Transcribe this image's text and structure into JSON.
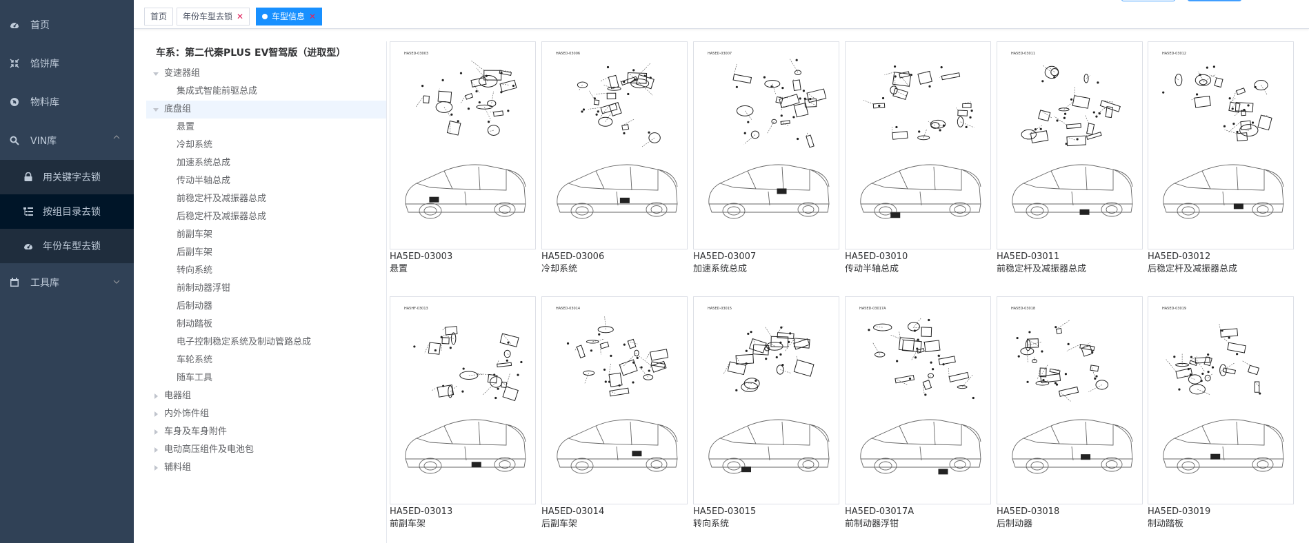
{
  "sidebar": {
    "items": [
      {
        "label": "首页",
        "icon": "dashboard-icon"
      },
      {
        "label": "馅饼库",
        "icon": "shrink-icon"
      },
      {
        "label": "物料库",
        "icon": "globe-icon"
      },
      {
        "label": "VIN库",
        "icon": "search-icon",
        "expanded": true,
        "children": [
          {
            "label": "用关键字去锁",
            "icon": "lock-icon"
          },
          {
            "label": "按组目录去锁",
            "icon": "tree-list-icon"
          },
          {
            "label": "年份车型去锁",
            "icon": "dashboard-icon"
          }
        ]
      },
      {
        "label": "工具库",
        "icon": "calendar-icon",
        "expanded": false
      }
    ]
  },
  "tabs": [
    {
      "label": "首页",
      "closable": false,
      "active": false
    },
    {
      "label": "年份车型去锁",
      "closable": true,
      "active": false
    },
    {
      "label": "车型信息",
      "closable": true,
      "active": true
    }
  ],
  "tree": {
    "title": "车系：第二代秦PLUS EV智驾版（进取型）",
    "groups": [
      {
        "label": "变速器组",
        "expanded": true,
        "children": [
          "集成式智能前驱总成"
        ]
      },
      {
        "label": "底盘组",
        "expanded": true,
        "highlighted": true,
        "children": [
          "悬置",
          "冷却系统",
          "加速系统总成",
          "传动半轴总成",
          "前稳定杆及减振器总成",
          "后稳定杆及减振器总成",
          "前副车架",
          "后副车架",
          "转向系统",
          "前制动器浮钳",
          "后制动器",
          "制动踏板",
          "电子控制稳定系统及制动管路总成",
          "车轮系统",
          "随车工具"
        ]
      },
      {
        "label": "电器组",
        "expanded": false
      },
      {
        "label": "内外饰件组",
        "expanded": false
      },
      {
        "label": "车身及车身附件",
        "expanded": false
      },
      {
        "label": "电动高压组件及电池包",
        "expanded": false
      },
      {
        "label": "辅料组",
        "expanded": false
      }
    ]
  },
  "cards": [
    {
      "code": "HA5ED-03003",
      "name": "悬置",
      "ref": "HA5ED-03003"
    },
    {
      "code": "HA5ED-03006",
      "name": "冷却系统",
      "ref": "HA5ED-03006"
    },
    {
      "code": "HA5ED-03007",
      "name": "加速系统总成",
      "ref": "HA5ED-03007"
    },
    {
      "code": "HA5ED-03010",
      "name": "传动半轴总成",
      "ref": ""
    },
    {
      "code": "HA5ED-03011",
      "name": "前稳定杆及减振器总成",
      "ref": "HA5ED-03011"
    },
    {
      "code": "HA5ED-03012",
      "name": "后稳定杆及减振器总成",
      "ref": "HA5ED-03012"
    },
    {
      "code": "HA5ED-03013",
      "name": "前副车架",
      "ref": "HA5HF-03013"
    },
    {
      "code": "HA5ED-03014",
      "name": "后副车架",
      "ref": "HA5ED-03014"
    },
    {
      "code": "HA5ED-03015",
      "name": "转向系统",
      "ref": "HA5ED-03015"
    },
    {
      "code": "HA5ED-03017A",
      "name": "前制动器浮钳",
      "ref": "HA5ED-03017A"
    },
    {
      "code": "HA5ED-03018",
      "name": "后制动器",
      "ref": "HA5ED-03018"
    },
    {
      "code": "HA5ED-03019",
      "name": "制动踏板",
      "ref": "HA5ED-03019"
    }
  ],
  "colors": {
    "sidebar": "#304156",
    "sidebar_sub": "#1f2d3d",
    "active_tab": "#1890ff",
    "tab_close": "#e0245e"
  }
}
